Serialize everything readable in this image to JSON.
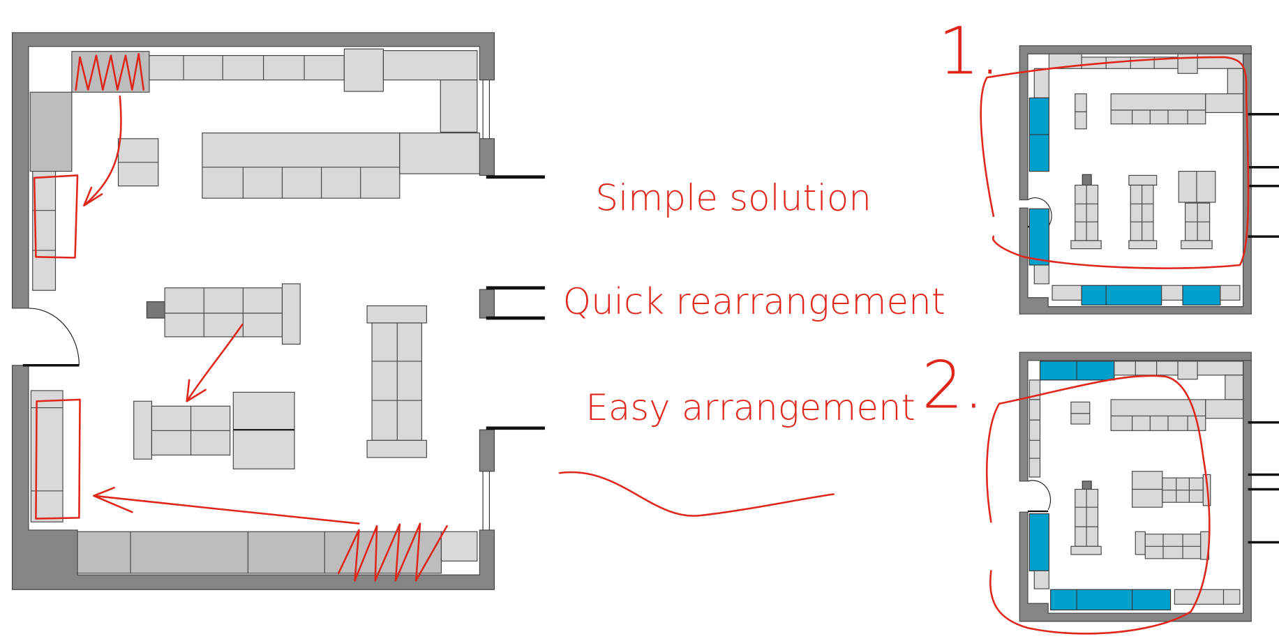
{
  "annotations": {
    "simple": "Simple solution",
    "quick": "Quick rearrangement",
    "easy": "Easy arrangement"
  },
  "variants": [
    {
      "label": "1."
    },
    {
      "label": "2."
    }
  ],
  "colors": {
    "annotation": "#e0261a",
    "highlight": "#00a0cc",
    "wall": "#858585",
    "furniture": "#d9d9d9"
  }
}
